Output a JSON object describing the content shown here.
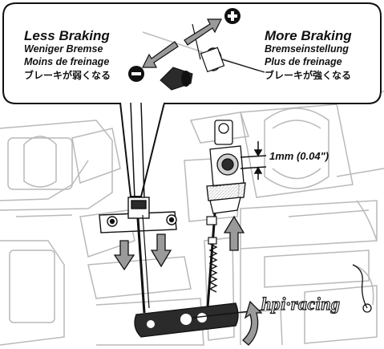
{
  "callout": {
    "left": {
      "title": "Less Braking",
      "de": "Weniger Bremse",
      "fr": "Moins de freinage",
      "jp": "ブレーキが弱くなる"
    },
    "right": {
      "title": "More Braking",
      "de": "Bremseinstellung",
      "fr": "Plus de freinage",
      "jp": "ブレーキが強くなる"
    }
  },
  "measurement": "1mm (0.04\")",
  "logo_text": "hpi·racing",
  "icons": {
    "plus": "plus-circle-icon",
    "minus": "minus-circle-icon"
  },
  "colors": {
    "line": "#111111",
    "arrow_fill": "#9a9a9a",
    "link_dark": "#2b2b2b"
  }
}
